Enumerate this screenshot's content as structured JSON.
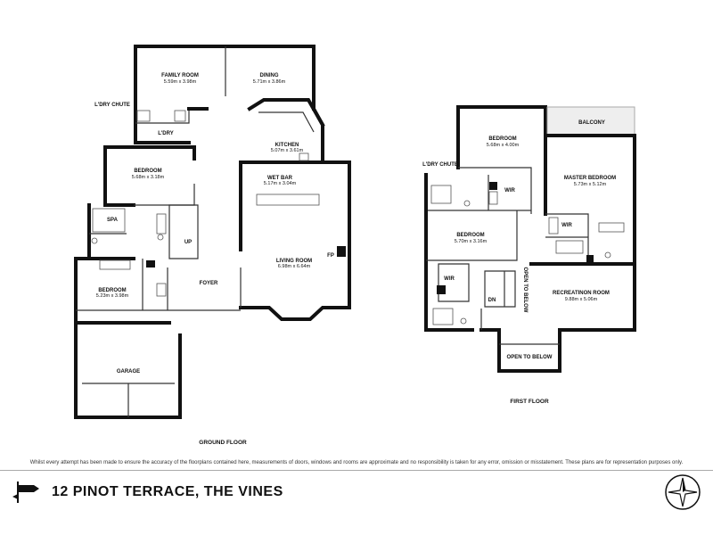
{
  "plan": {
    "ground_floor": {
      "caption": "GROUND FLOOR",
      "rooms": {
        "family": {
          "name": "FAMILY ROOM",
          "dims": "5.59m x 3.98m"
        },
        "dining": {
          "name": "DINING",
          "dims": "5.71m x 3.86m"
        },
        "kitchen": {
          "name": "KITCHEN",
          "dims": "5.07m x 3.61m"
        },
        "wetbar": {
          "name": "WET BAR",
          "dims": "5.17m x 3.04m"
        },
        "living": {
          "name": "LIVING ROOM",
          "dims": "6.98m x 6.64m"
        },
        "bedroom1": {
          "name": "BEDROOM",
          "dims": "5.68m x 3.18m"
        },
        "bedroom2": {
          "name": "BEDROOM",
          "dims": "5.23m x 3.98m"
        },
        "garage": {
          "name": "GARAGE"
        },
        "foyer": {
          "name": "FOYER"
        },
        "ldry": {
          "name": "L'DRY"
        },
        "ldry_chute": {
          "name": "L'DRY CHUTE"
        },
        "spa": {
          "name": "SPA"
        },
        "up": {
          "name": "UP"
        },
        "fp": {
          "name": "FP"
        }
      }
    },
    "first_floor": {
      "caption": "FIRST FLOOR",
      "rooms": {
        "bedroom_a": {
          "name": "BEDROOM",
          "dims": "5.68m x 4.00m"
        },
        "balcony": {
          "name": "BALCONY"
        },
        "master": {
          "name": "MASTER BEDROOM",
          "dims": "5.73m x 5.12m"
        },
        "bedroom_b": {
          "name": "BEDROOM",
          "dims": "5.70m x 3.16m"
        },
        "recreation": {
          "name": "RECREATINON ROOM",
          "dims": "9.88m x 5.06m"
        },
        "open_below": {
          "name": "OPEN TO BELOW"
        },
        "open_below_stair": {
          "name": "OPEN TO BELOW"
        },
        "ldry_chute": {
          "name": "L'DRY CHUTE"
        },
        "wir1": {
          "name": "WIR"
        },
        "wir2": {
          "name": "WIR"
        },
        "wir3": {
          "name": "WIR"
        },
        "dn": {
          "name": "DN"
        }
      }
    }
  },
  "footer": {
    "disclaimer": "Whilst every attempt has been made to ensure the accuracy of the floorplans contained here, measurements of doors, windows and rooms are approximate and no responsibility is taken for any error, omission or misstatement. These plans are for representation purposes only.",
    "address": "12 PINOT TERRACE, THE VINES"
  }
}
